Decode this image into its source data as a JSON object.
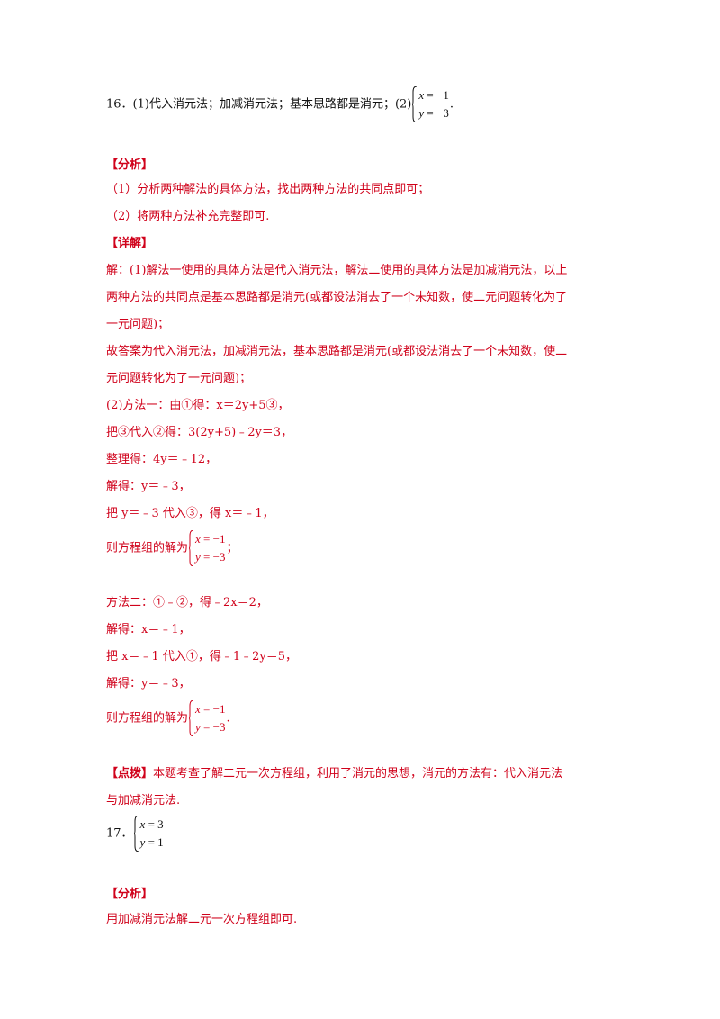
{
  "q16": {
    "lead": "16．(1)代入消元法；加减消元法；基本思路都是消元；(2)",
    "system": [
      [
        "x",
        " = −1"
      ],
      [
        "y",
        " = −3"
      ]
    ],
    "trail": "."
  },
  "analysis_tag": "【分析】",
  "analysis": [
    "（1）分析两种解法的具体方法，找出两种方法的共同点即可；",
    "（2）将两种方法补充完整即可."
  ],
  "detail_tag": "【详解】",
  "detail": [
    "解：(1)解法一使用的具体方法是代入消元法，解法二使用的具体方法是加减消元法，以上",
    "两种方法的共同点是基本思路都是消元(或都设法消去了一个未知数，使二元问题转化为了",
    "一元问题)；",
    "故答案为代入消元法，加减消元法，基本思路都是消元(或都设法消去了一个未知数，使二",
    "元问题转化为了一元问题)；",
    "(2)方法一：由①得：x＝2y+5③，",
    "把③代入②得：3(2y+5)﹣2y＝3，",
    "整理得：4y＝﹣12，",
    "解得：y＝﹣3，",
    "把 y＝﹣3 代入③，得  x＝﹣1，"
  ],
  "m1_result": {
    "lead": "则方程组的解为",
    "system": [
      [
        "x",
        " = −1"
      ],
      [
        "y",
        " = −3"
      ]
    ],
    "trail": "；"
  },
  "method2": [
    "方法二：①﹣②，得﹣2x＝2，",
    "解得：x＝﹣1，",
    "把 x＝﹣1 代入①，得﹣1﹣2y＝5，",
    "解得：y＝﹣3，"
  ],
  "m2_result": {
    "lead": "则方程组的解为",
    "system": [
      [
        "x",
        " = −1"
      ],
      [
        "y",
        " = −3"
      ]
    ],
    "trail": "."
  },
  "comment_tag": "【点拨】",
  "comment": [
    "本题考查了解二元一次方程组，利用了消元的思想，消元的方法有：代入消元法",
    "与加减消元法."
  ],
  "q17": {
    "lead": "17．",
    "system": [
      [
        "x",
        " = 3"
      ],
      [
        "y",
        " = 1"
      ]
    ]
  },
  "analysis2_tag": "【分析】",
  "analysis2": "用加减消元法解二元一次方程组即可.",
  "colors": {
    "answer": "#d0021b",
    "text": "#111111"
  }
}
